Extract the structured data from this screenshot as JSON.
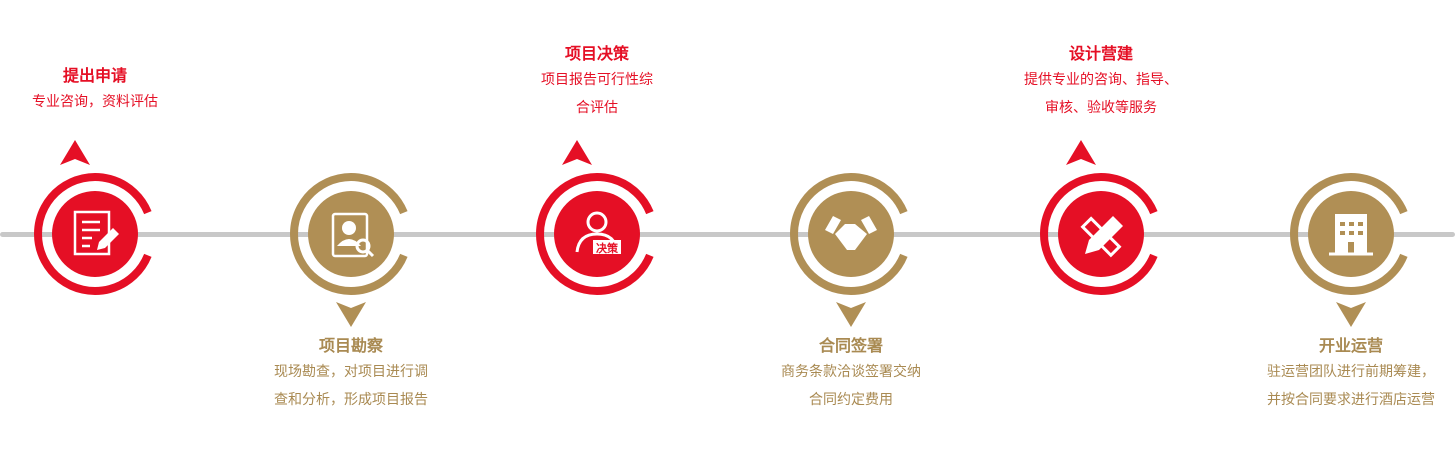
{
  "colors": {
    "red": "#e50f25",
    "gold": "#b08f55",
    "line": "#c8c8c8"
  },
  "steps": [
    {
      "title": "提出申请",
      "desc": [
        "专业咨询，资料评估"
      ],
      "icon": "document-edit-icon",
      "color": "red",
      "dir": "up"
    },
    {
      "title": "项目勘察",
      "desc": [
        "现场勘查，对项目进行调",
        "查和分析，形成项目报告"
      ],
      "icon": "person-search-icon",
      "color": "gold",
      "dir": "down"
    },
    {
      "title": "项目决策",
      "desc": [
        "项目报告可行性综",
        "合评估"
      ],
      "icon": "decision-person-icon",
      "icon_label": "决策",
      "color": "red",
      "dir": "up"
    },
    {
      "title": "合同签署",
      "desc": [
        "商务条款洽谈签署交纳",
        "合同约定费用"
      ],
      "icon": "handshake-icon",
      "color": "gold",
      "dir": "down"
    },
    {
      "title": "设计营建",
      "desc": [
        "提供专业的咨询、指导、",
        "审核、验收等服务"
      ],
      "icon": "pencil-ruler-icon",
      "color": "red",
      "dir": "up"
    },
    {
      "title": "开业运营",
      "desc": [
        "驻运营团队进行前期筹建，",
        "并按合同要求进行酒店运营"
      ],
      "icon": "hotel-building-icon",
      "color": "gold",
      "dir": "down"
    }
  ]
}
